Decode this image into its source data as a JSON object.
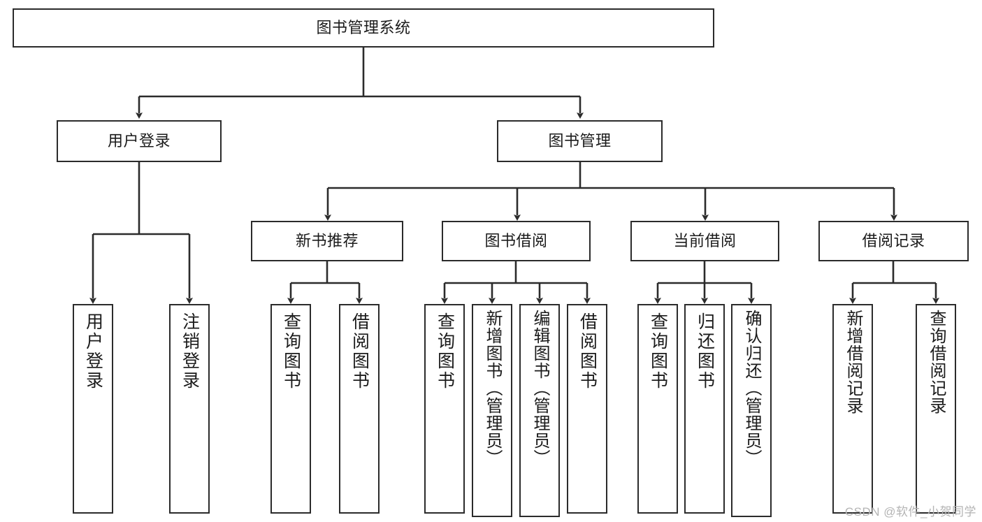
{
  "diagram": {
    "title": "图书管理系统",
    "type": "tree-hierarchy-diagram",
    "watermark": "CSDN @软件_小贺同学",
    "colors": {
      "box_border": "#2b2b2b",
      "box_fill": "#ffffff",
      "connector": "#2b2b2b",
      "text": "#1b1b1b",
      "watermark": "#b4b4b4",
      "background": "#ffffff"
    },
    "root": {
      "label": "图书管理系统"
    },
    "level2": [
      {
        "label": "用户登录"
      },
      {
        "label": "图书管理"
      }
    ],
    "level3": [
      {
        "label": "新书推荐"
      },
      {
        "label": "图书借阅"
      },
      {
        "label": "当前借阅"
      },
      {
        "label": "借阅记录"
      }
    ],
    "leaves": {
      "user_login": [
        {
          "label": "用户登录"
        },
        {
          "label": "注销登录"
        }
      ],
      "new_book_recommend": [
        {
          "label": "查询图书"
        },
        {
          "label": "借阅图书"
        }
      ],
      "book_borrow": [
        {
          "label": "查询图书"
        },
        {
          "label": "新增图书（管理员）"
        },
        {
          "label": "编辑图书（管理员）"
        },
        {
          "label": "借阅图书"
        }
      ],
      "current_borrow": [
        {
          "label": "查询图书"
        },
        {
          "label": "归还图书"
        },
        {
          "label": "确认归还（管理员）"
        }
      ],
      "borrow_record": [
        {
          "label": "新增借阅记录"
        },
        {
          "label": "查询借阅记录"
        }
      ]
    }
  }
}
